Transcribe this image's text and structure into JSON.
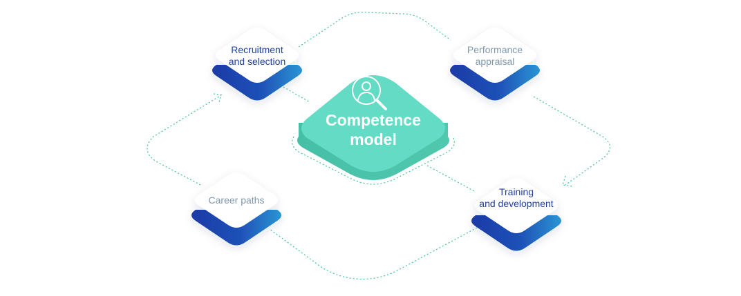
{
  "center": {
    "line1": "Competence",
    "line2": "model",
    "icon": "person-search-icon"
  },
  "nodes": {
    "recruitment": {
      "line1": "Recruitment",
      "line2": "and selection"
    },
    "performance": {
      "line1": "Performance",
      "line2": "appraisal"
    },
    "training": {
      "line1": "Training",
      "line2": "and development"
    },
    "career": {
      "line1": "Career paths"
    }
  },
  "colors": {
    "accent_green": "#5fd8c2",
    "dark_green": "#45bfa6",
    "dark_blue": "#1c3aa8",
    "light_blue": "#2a8fd1",
    "connector": "#3ec2a0",
    "label_dark": "#1f3f9e",
    "label_muted": "#7f98aa"
  }
}
